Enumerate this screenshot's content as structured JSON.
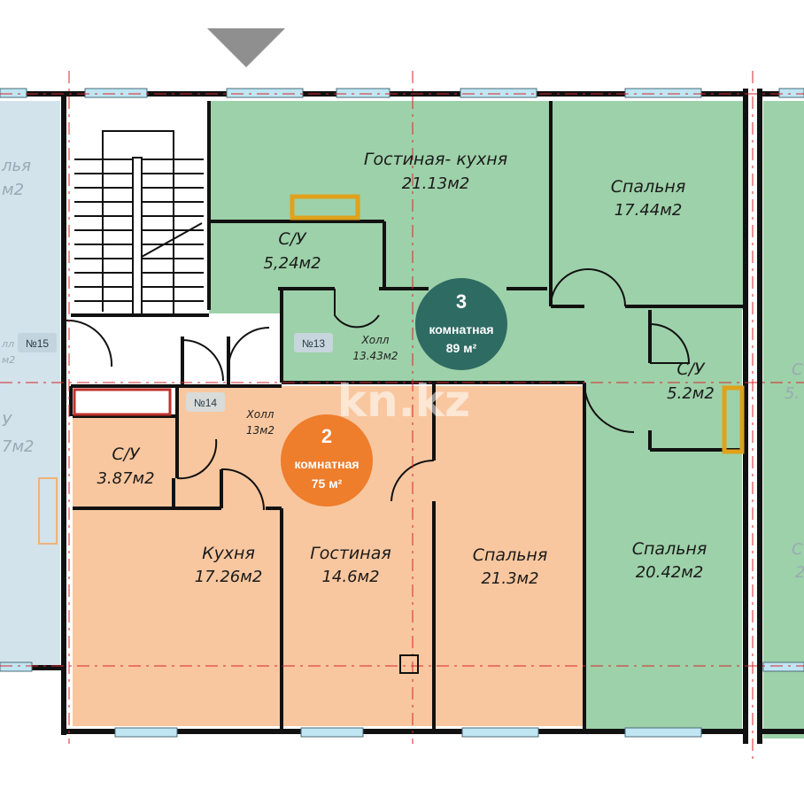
{
  "colors": {
    "apt3": "#9dd1a9",
    "apt2": "#f9c79f",
    "apt3_badge": "#2e6b63",
    "apt2_badge": "#ee7d2c",
    "neighbor": "#cfe0ea",
    "wall": "#111111",
    "window": "#bfe6f2",
    "axis": "#d8262a",
    "vent": "#e0a11b"
  },
  "apartment_3": {
    "badge_number": "3",
    "badge_type": "комнатная",
    "badge_area": "89 м²",
    "unit_tag": "№13",
    "rooms": [
      {
        "name": "Гостиная- кухня",
        "area": "21.13м2"
      },
      {
        "name": "Спальня",
        "area": "17.44м2"
      },
      {
        "name": "С/У",
        "area": "5,24м2"
      },
      {
        "name": "Холл",
        "area": "13.43м2"
      },
      {
        "name": "С/У",
        "area": "5.2м2"
      },
      {
        "name": "Спальня",
        "area": "20.42м2"
      }
    ]
  },
  "apartment_2": {
    "badge_number": "2",
    "badge_type": "комнатная",
    "badge_area": "75 м²",
    "unit_tag": "№14",
    "rooms": [
      {
        "name": "Холл",
        "area": "13м2"
      },
      {
        "name": "С/У",
        "area": "3.87м2"
      },
      {
        "name": "Кухня",
        "area": "17.26м2"
      },
      {
        "name": "Гостиная",
        "area": "14.6м2"
      },
      {
        "name": "Спальня",
        "area": "21.3м2"
      }
    ]
  },
  "neighbor_left": {
    "unit_tag": "№15",
    "fragments": [
      "лья",
      "м2",
      "лл",
      "м2",
      "У",
      "7м2"
    ]
  },
  "neighbor_right": {
    "fragments": [
      "С",
      "5.",
      "С",
      "2"
    ]
  },
  "watermark": "kn.kz"
}
